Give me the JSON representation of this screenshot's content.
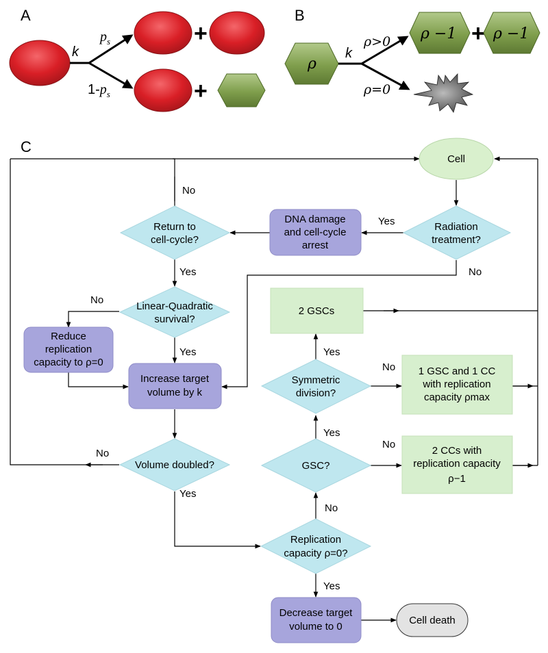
{
  "panels": {
    "a": "A",
    "b": "B",
    "c": "C"
  },
  "panel_a": {
    "rate": "k",
    "upper_prob": "p",
    "upper_prob_sub": "s",
    "lower_prob_prefix": "1-",
    "lower_prob": "p",
    "lower_prob_sub": "s",
    "plus": "+"
  },
  "panel_b": {
    "parent": "ρ",
    "rate": "k",
    "cond_upper": "ρ>0",
    "cond_lower": "ρ=0",
    "child": "ρ −1",
    "plus": "+"
  },
  "flow": {
    "cell": "Cell",
    "radiation": [
      "Radiation",
      "treatment?"
    ],
    "dna": [
      "DNA damage",
      "and cell-cycle",
      "arrest"
    ],
    "return_cc": [
      "Return to",
      "cell-cycle?"
    ],
    "lq": [
      "Linear-Quadratic",
      "survival?"
    ],
    "reduce": [
      "Reduce",
      "replication",
      "capacity to ρ=0"
    ],
    "increase": [
      "Increase target",
      "volume by k"
    ],
    "volume_doubled": "Volume doubled?",
    "two_gscs": "2 GSCs",
    "symmetric": [
      "Symmetric",
      "division?"
    ],
    "gsc_cc": [
      "1 GSC and 1 CC",
      "with replication",
      "capacity ρmax"
    ],
    "gsc_q": "GSC?",
    "two_ccs": [
      "2 CCs with",
      "replication capacity",
      "ρ−1"
    ],
    "replication_q": [
      "Replication",
      "capacity ρ=0?"
    ],
    "decrease": [
      "Decrease target",
      "volume to 0"
    ],
    "cell_death": "Cell death"
  },
  "edge_labels": {
    "yes": "Yes",
    "no": "No"
  },
  "colors": {
    "red_cell": "#d91f26",
    "green_cell": "#7f9e4c",
    "diamond": "#bfe7ef",
    "process_purple": "#a7a5dc",
    "process_green": "#d7efce",
    "terminal_green": "#d9f0cd",
    "terminal_gray": "#e3e3e3"
  }
}
